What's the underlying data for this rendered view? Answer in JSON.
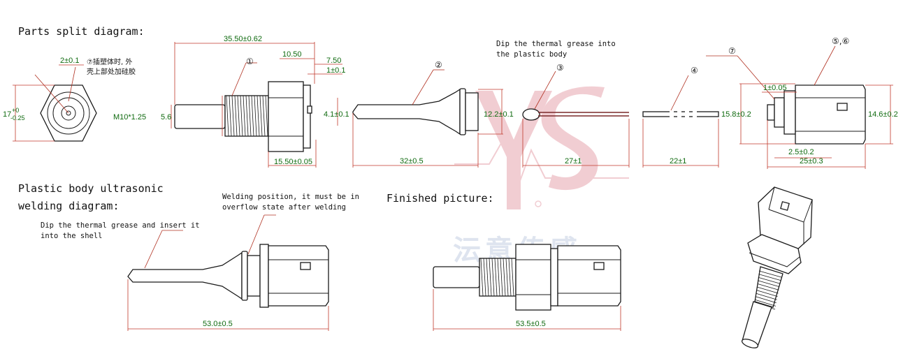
{
  "headings": {
    "parts_split": "Parts split diagram:",
    "ultrasonic_1": "Plastic body ultrasonic",
    "ultrasonic_2": "welding diagram:",
    "finished": "Finished picture:"
  },
  "notes": {
    "grease_1": "Dip the thermal grease into",
    "grease_2": "the plastic body",
    "insert_1": "Dip the thermal grease and insert it",
    "insert_2": "into the shell",
    "weld_1": "Welding position, it must be in",
    "weld_2": "overflow state after welding",
    "cn_1": "⑦插塑体时, 外",
    "cn_2": "壳上部处加硅胶"
  },
  "callouts": {
    "c1": "①",
    "c2": "②",
    "c3": "③",
    "c4": "④",
    "c56": "⑤,⑥",
    "c7": "⑦"
  },
  "dimensions": {
    "d_2": "2±0.1",
    "d_17": "17",
    "d_17_tol_top": "+0",
    "d_17_tol_bot": "-0.25",
    "d_35_50": "35.50±0.62",
    "d_10_50": "10.50",
    "d_7_50": "7.50",
    "d_1": "1±0.1",
    "d_m10": "M10*1.25",
    "d_5_6": "5.6",
    "d_15_50": "15.50±0.05",
    "d_4_1": "4.1±0.1",
    "d_32": "32±0.5",
    "d_12_2": "12.2±0.1",
    "d_27": "27±1",
    "d_22": "22±1",
    "d_15_8": "15.8±0.2",
    "d_1_05": "1±0.05",
    "d_14_6": "14.6±0.2",
    "d_2_5": "2.5±0.2",
    "d_25": "25±0.3",
    "d_53": "53.0±0.5",
    "d_53_5": "53.5±0.5"
  },
  "watermark": {
    "logo": "YS",
    "text": "沄意传感"
  },
  "colors": {
    "dimension_text": "#0f6a0f",
    "dimension_line": "#c0392b",
    "leader_line": "#b03020",
    "outline": "#1a1a1a",
    "watermark": "#e8a0a8"
  }
}
